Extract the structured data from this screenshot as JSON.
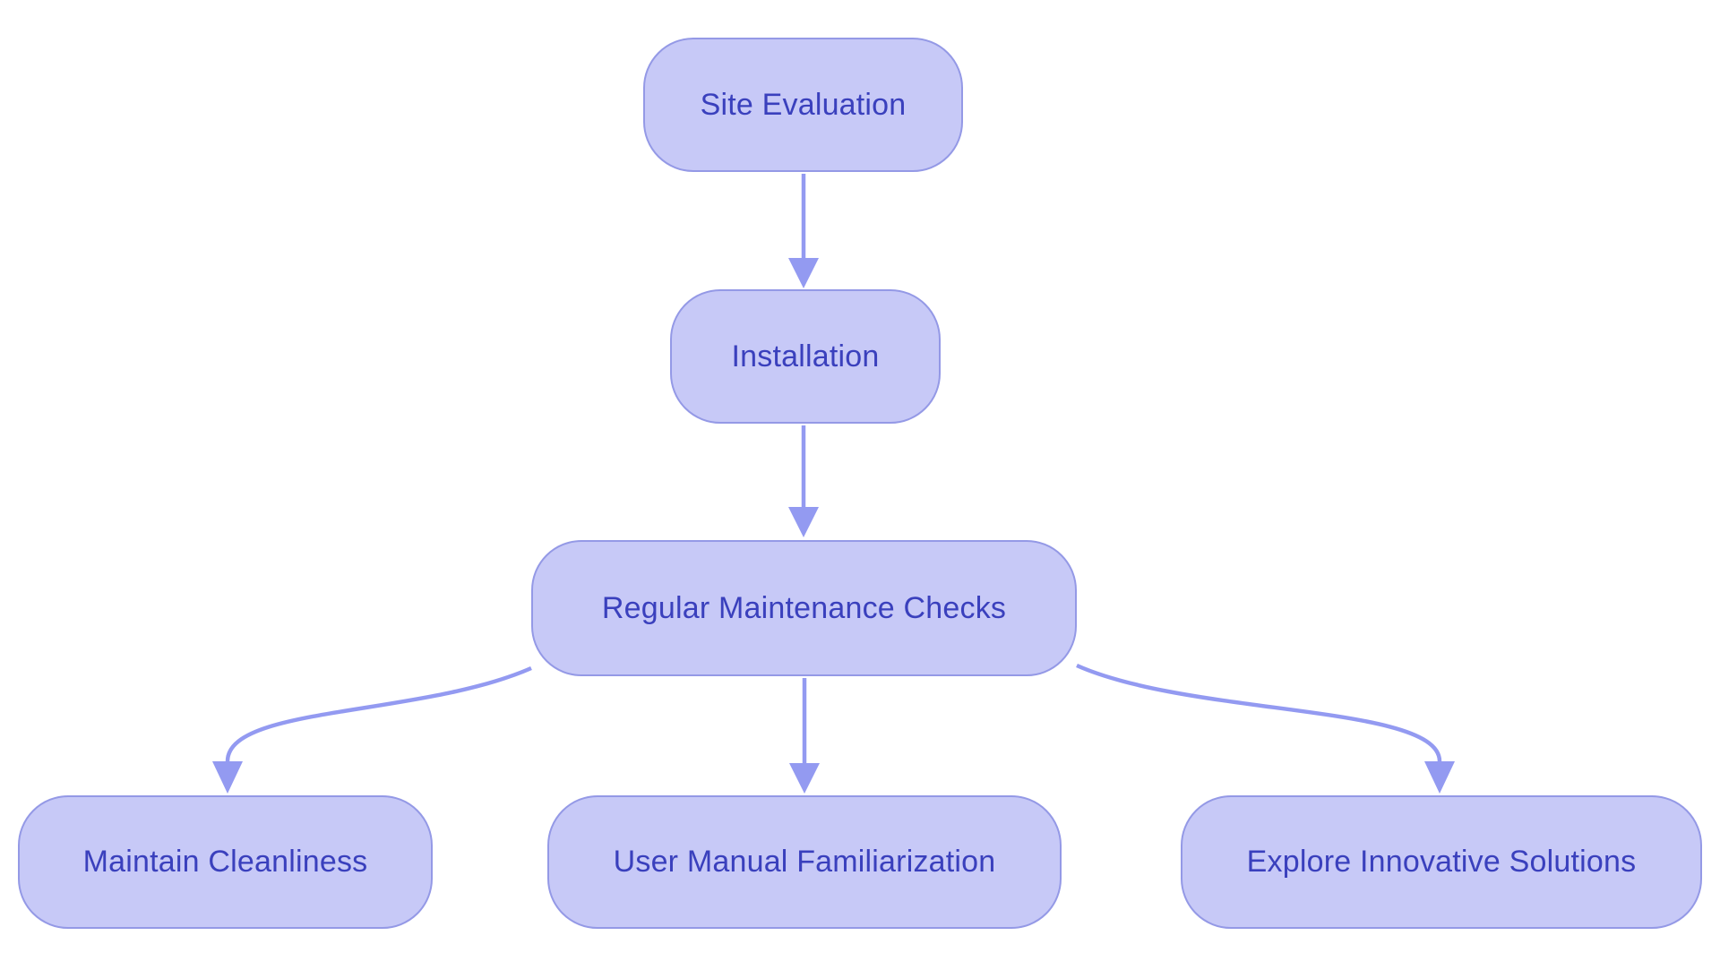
{
  "diagram": {
    "type": "flowchart",
    "direction": "top-down",
    "nodes": [
      {
        "id": "site-evaluation",
        "label": "Site Evaluation"
      },
      {
        "id": "installation",
        "label": "Installation"
      },
      {
        "id": "regular-maintenance-checks",
        "label": "Regular Maintenance Checks"
      },
      {
        "id": "maintain-cleanliness",
        "label": "Maintain Cleanliness"
      },
      {
        "id": "user-manual-familiarization",
        "label": "User Manual Familiarization"
      },
      {
        "id": "explore-innovative-solutions",
        "label": "Explore Innovative Solutions"
      }
    ],
    "edges": [
      {
        "from": "site-evaluation",
        "to": "installation"
      },
      {
        "from": "installation",
        "to": "regular-maintenance-checks"
      },
      {
        "from": "regular-maintenance-checks",
        "to": "maintain-cleanliness"
      },
      {
        "from": "regular-maintenance-checks",
        "to": "user-manual-familiarization"
      },
      {
        "from": "regular-maintenance-checks",
        "to": "explore-innovative-solutions"
      }
    ],
    "colors": {
      "background": "#ffffff",
      "node_fill": "#c7c9f7",
      "node_border": "#9499e6",
      "arrow": "#939af1",
      "text": "#3a40bd"
    }
  }
}
